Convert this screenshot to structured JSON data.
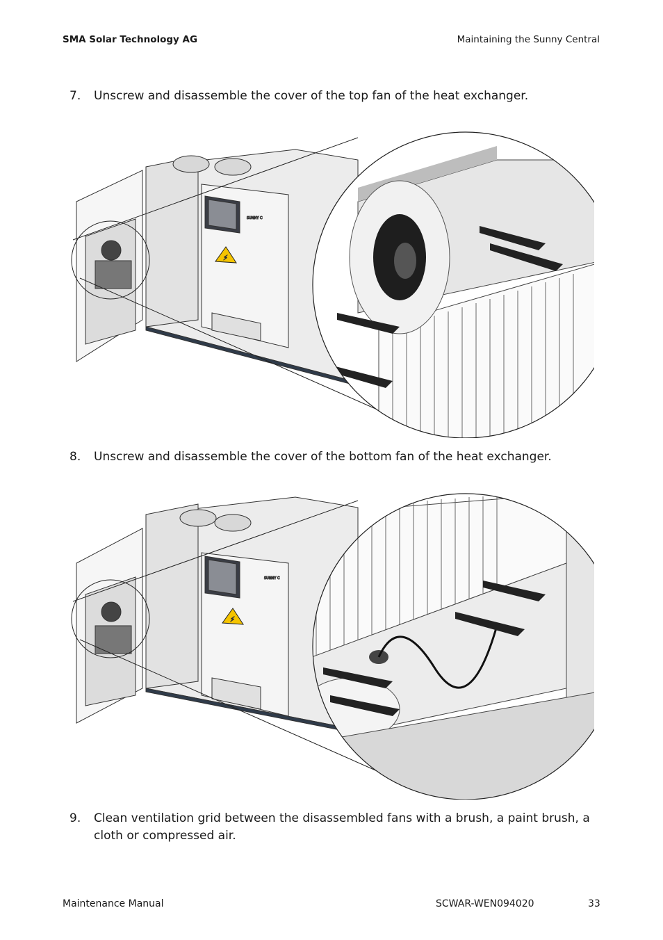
{
  "header": {
    "company": "SMA Solar Technology AG",
    "section": "Maintaining the Sunny Central"
  },
  "steps": [
    {
      "number": "7.",
      "text": "Unscrew and disassemble the cover of the top fan of the heat exchanger."
    },
    {
      "number": "8.",
      "text": "Unscrew and disassemble the cover of the bottom fan of the heat exchanger."
    },
    {
      "number": "9.",
      "text": "Clean ventilation grid between the disassembled fans with a brush, a paint brush, a cloth or compressed air."
    }
  ],
  "figures": [
    {
      "brand_label": "SUNNY C"
    },
    {
      "brand_label": "SUNNY C"
    }
  ],
  "footer": {
    "manual": "Maintenance Manual",
    "code": "SCWAR-WEN094020",
    "page": "33"
  }
}
